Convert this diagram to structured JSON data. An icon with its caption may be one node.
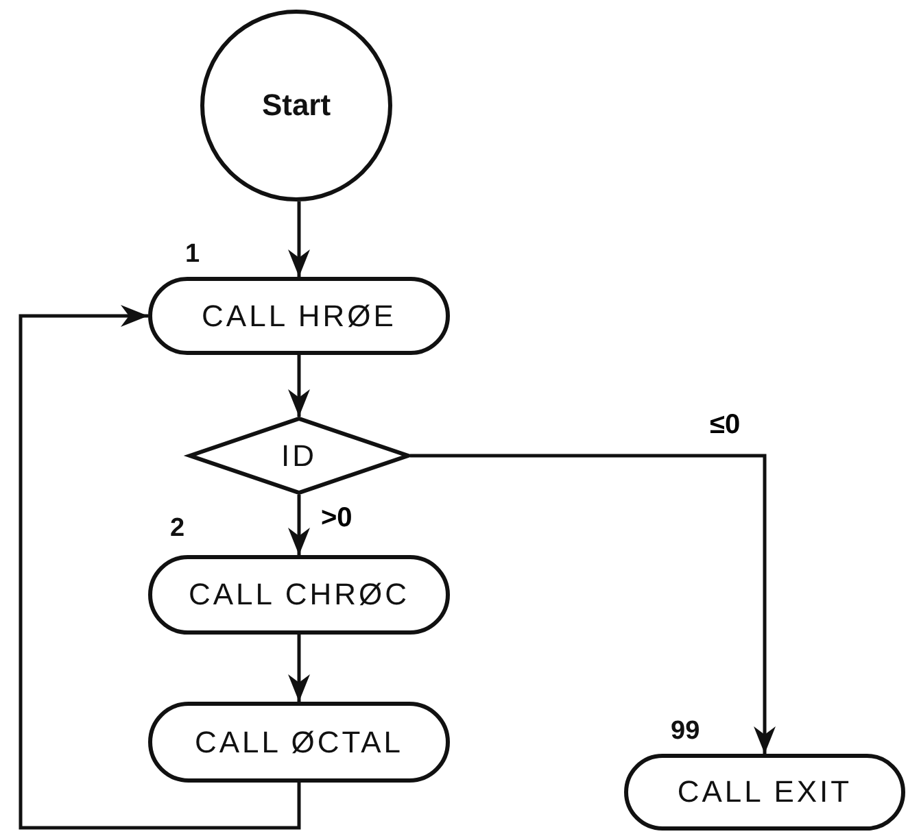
{
  "diagram": {
    "nodes": [
      {
        "text": [
          "Start"
        ]
      },
      {
        "text": [
          "CALL HRØE"
        ],
        "beside": [
          "1"
        ]
      },
      {
        "text": [
          "ID"
        ]
      },
      {
        "text": [
          "CALL CHRØC"
        ],
        "beside": [
          "2"
        ]
      },
      {
        "text": [
          "CALL ØCTAL"
        ]
      },
      {
        "text": [
          "CALL EXIT"
        ],
        "beside": [
          "99"
        ]
      }
    ],
    "edges": [
      {
        "from": 0,
        "to": 1,
        "arrow": "to"
      },
      {
        "from": 1,
        "to": 2,
        "arrow": "to"
      },
      {
        "from": 2,
        "to": 3,
        "arrow": "to",
        "label": ">0"
      },
      {
        "from": 3,
        "to": 4,
        "arrow": "to"
      },
      {
        "from": 4,
        "to": 1,
        "arrow": "to"
      },
      {
        "from": 2,
        "to": 5,
        "arrow": "to",
        "label": "≤0"
      }
    ]
  }
}
